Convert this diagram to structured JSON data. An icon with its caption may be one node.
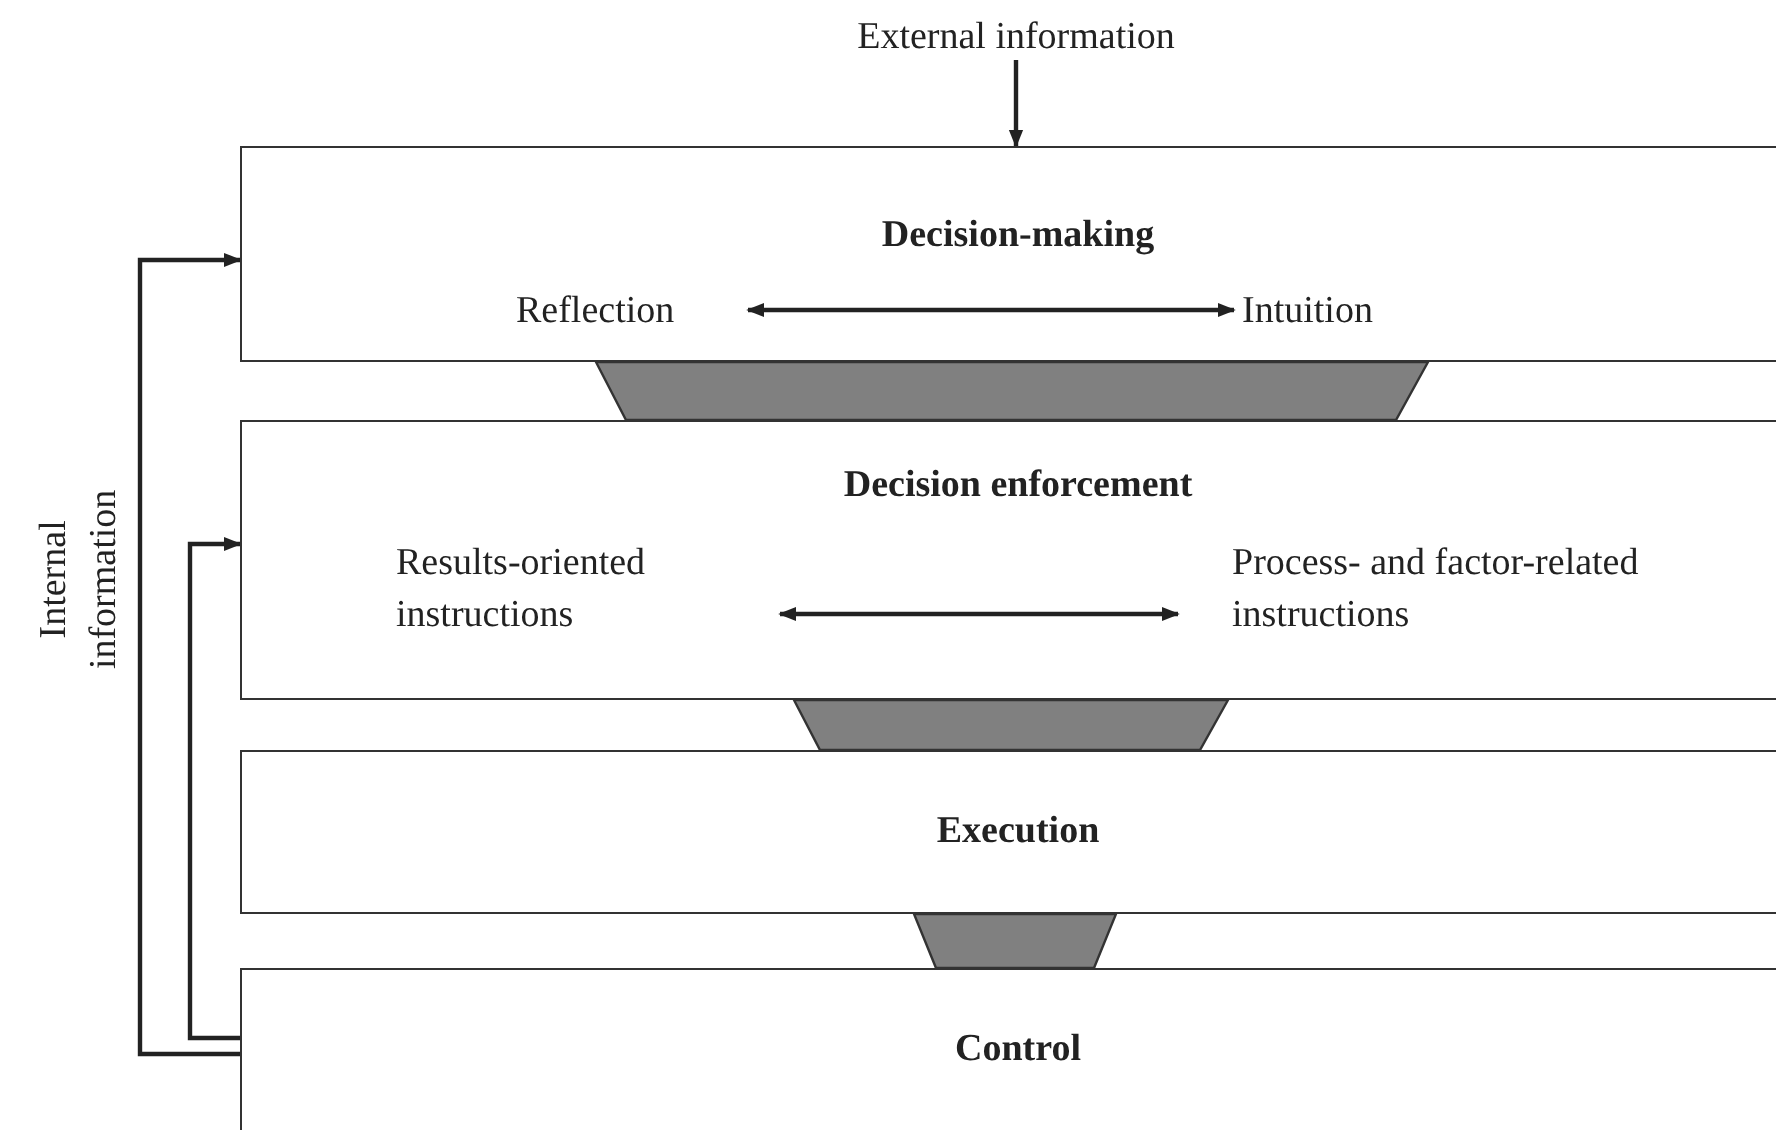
{
  "diagram": {
    "nodes": [
      {
        "text": [
          "External information"
        ]
      },
      {
        "text": [
          "Decision-making"
        ]
      },
      {
        "text": [
          "Reflection"
        ],
        "in": 1
      },
      {
        "text": [
          "Intuition"
        ],
        "in": 1
      },
      {
        "text": [
          "Decision enforcement"
        ]
      },
      {
        "text": [
          "Results-oriented instructions"
        ],
        "in": 4
      },
      {
        "text": [
          "Process- and factor-related instructions"
        ],
        "in": 4
      },
      {
        "text": [
          "Execution"
        ]
      },
      {
        "text": [
          "Control"
        ]
      }
    ],
    "edges": [
      {
        "from": 0,
        "to": 1,
        "arrow": "to"
      },
      {
        "from": 2,
        "to": 3,
        "arrow": "both"
      },
      {
        "from": 5,
        "to": 6,
        "arrow": "both"
      },
      {
        "from": 8,
        "to": 1,
        "arrow": "to"
      },
      {
        "from": 8,
        "to": 4,
        "arrow": "to"
      }
    ],
    "labels": [
      "Internal information"
    ]
  }
}
